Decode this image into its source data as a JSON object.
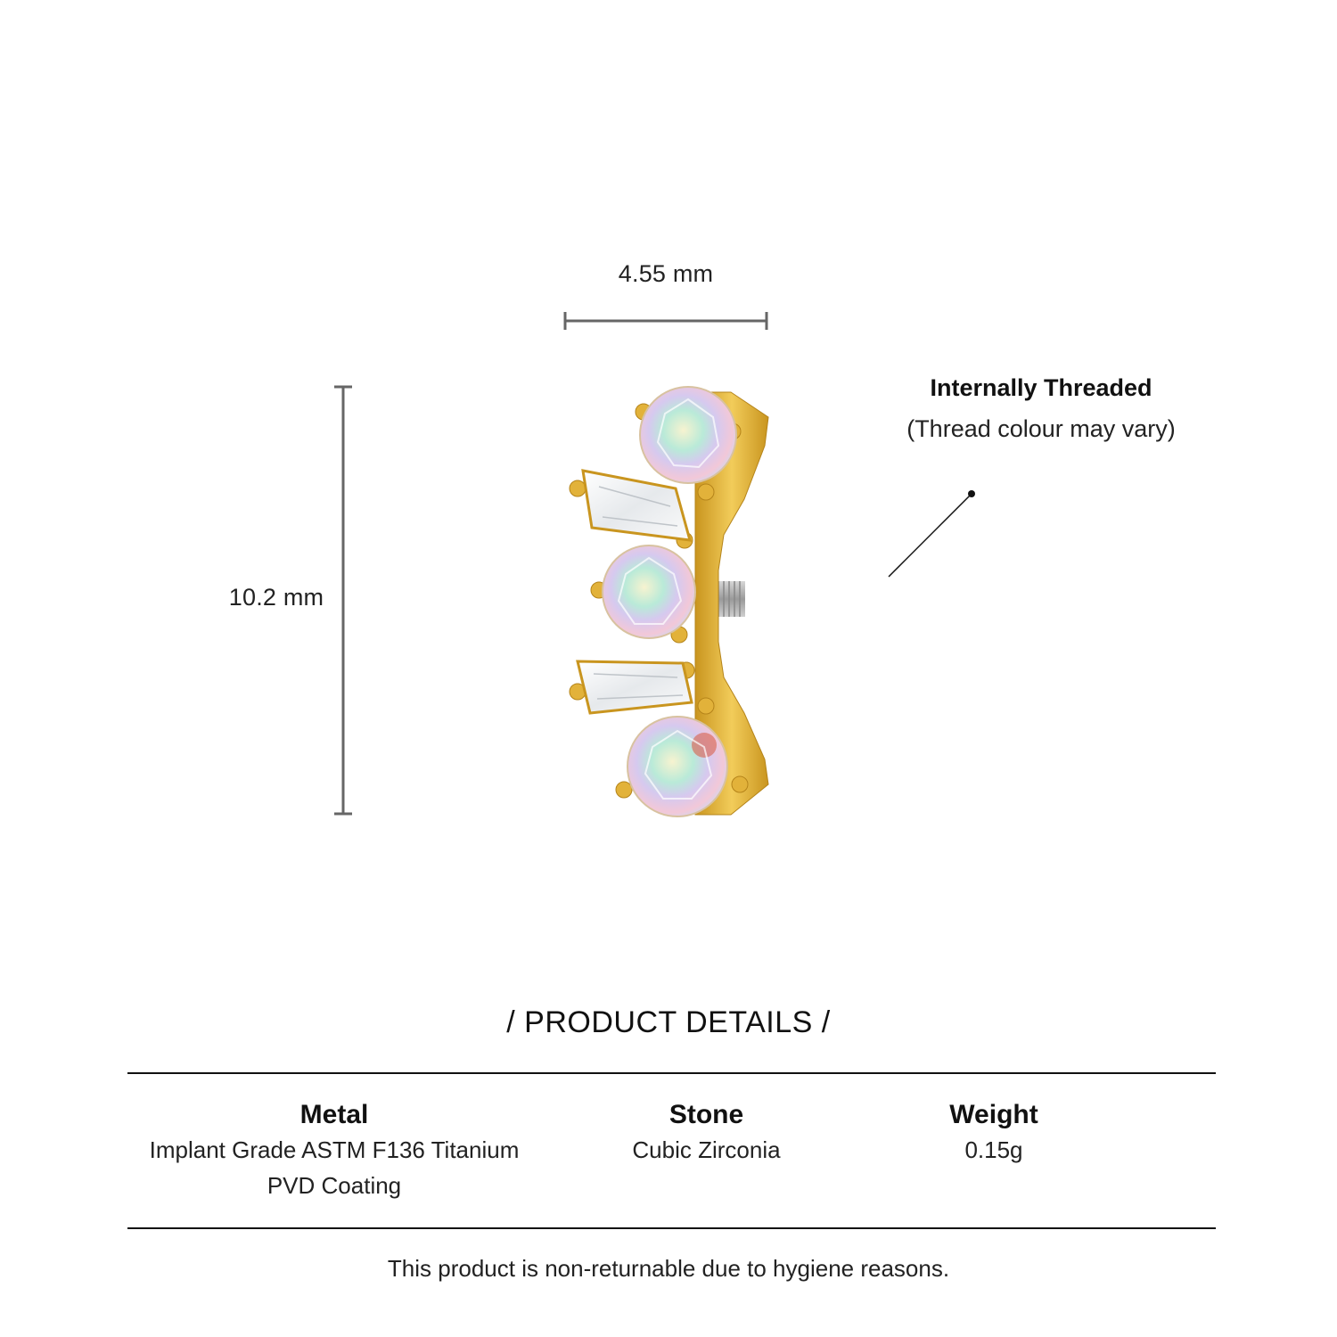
{
  "dimensions": {
    "width_label": "4.55 mm",
    "height_label": "10.2 mm"
  },
  "thread": {
    "title": "Internally Threaded",
    "note": "(Thread colour may vary)"
  },
  "details": {
    "heading": "/ PRODUCT DETAILS /",
    "columns": [
      {
        "title": "Metal",
        "lines": [
          "Implant Grade ASTM F136 Titanium",
          "PVD Coating"
        ]
      },
      {
        "title": "Stone",
        "lines": [
          "Cubic Zirconia"
        ]
      },
      {
        "title": "Weight",
        "lines": [
          "0.15g"
        ]
      }
    ]
  },
  "footer_note": "This product is non-returnable due to hygiene reasons.",
  "colors": {
    "gold": "#e2b23a",
    "gold_dark": "#c9951f",
    "measure_line": "#666666"
  }
}
